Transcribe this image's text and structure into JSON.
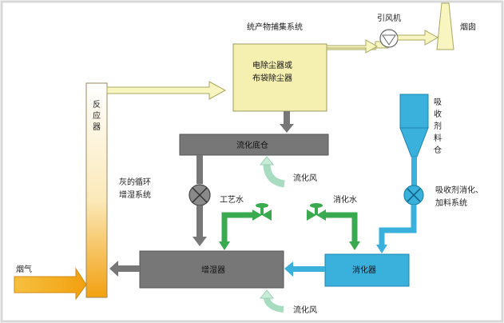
{
  "labels": {
    "byproduct_system": "统产物捕集系统",
    "fan": "引风机",
    "chimney": "烟囱",
    "collector_line1": "电除尘器或",
    "collector_line2": "布袋除尘器",
    "reactor": [
      "反",
      "应",
      "器"
    ],
    "fluid_bed": "流化底仓",
    "fluid_air_top": "流化风",
    "ash_line1": "灰的循环",
    "ash_line2": "增湿系统",
    "process_water": "工艺水",
    "slaking_water": "消化水",
    "absorbent_silo": [
      "吸",
      "收",
      "剂",
      "料",
      "仓"
    ],
    "slaking_line1": "吸收剂消化、",
    "slaking_line2": "加料系统",
    "humidifier": "增湿器",
    "slaker": "消化器",
    "flue_gas": "烟气",
    "fluid_air_bottom": "流化风"
  },
  "colors": {
    "gas_arrow": "#f8f5c0",
    "gas_arrow_stroke": "#a8a860",
    "collector": "#f5f0b0",
    "reactor_top": "#ffffff",
    "reactor_bottom": "#f2a010",
    "box_dark": "#777777",
    "slaker": "#3ab0dc",
    "silo": "#3ab0dc",
    "water_pipe": "#3aaa50",
    "blue_pipe": "#3ab0dc",
    "air_arrow": "#c8ecd8",
    "frame": "#d8d8d8"
  }
}
